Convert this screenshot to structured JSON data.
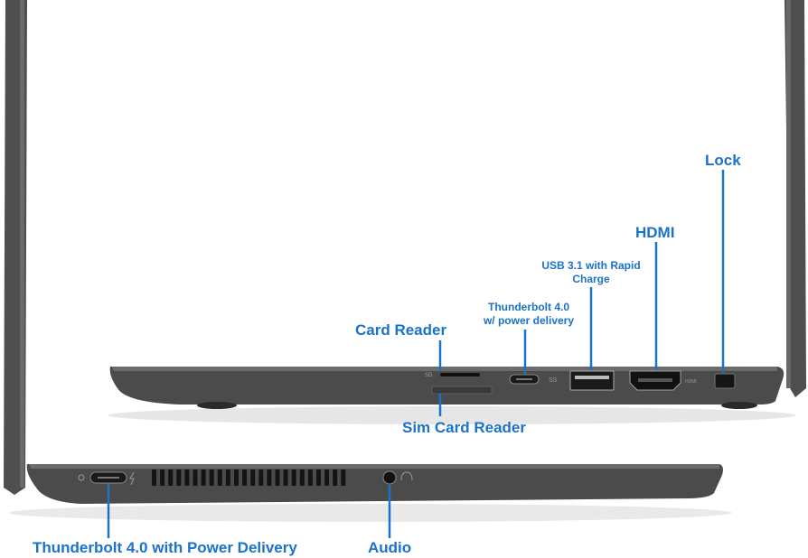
{
  "colors": {
    "callout": "#1a72c9",
    "laptop_body": "#4b4b4b",
    "laptop_dark": "#2f2f2f",
    "port_black": "#111111"
  },
  "callouts": {
    "lock": "Lock",
    "hdmi": "HDMI",
    "usb_line1": "USB 3.1 with Rapid",
    "usb_line2": "Charge",
    "thunderbolt_line1": "Thunderbolt 4.0",
    "thunderbolt_line2": "w/ power delivery",
    "card_reader": "Card Reader",
    "sim_card_reader": "Sim Card Reader",
    "thunderbolt_left": "Thunderbolt 4.0 with Power Delivery",
    "audio": "Audio"
  },
  "port_markings": {
    "sd": "SD",
    "usb_ss": "SS",
    "hdmi": "HDMI"
  },
  "icons": [
    "thunderbolt-icon",
    "power-icon",
    "headphone-icon",
    "usb-icon"
  ]
}
